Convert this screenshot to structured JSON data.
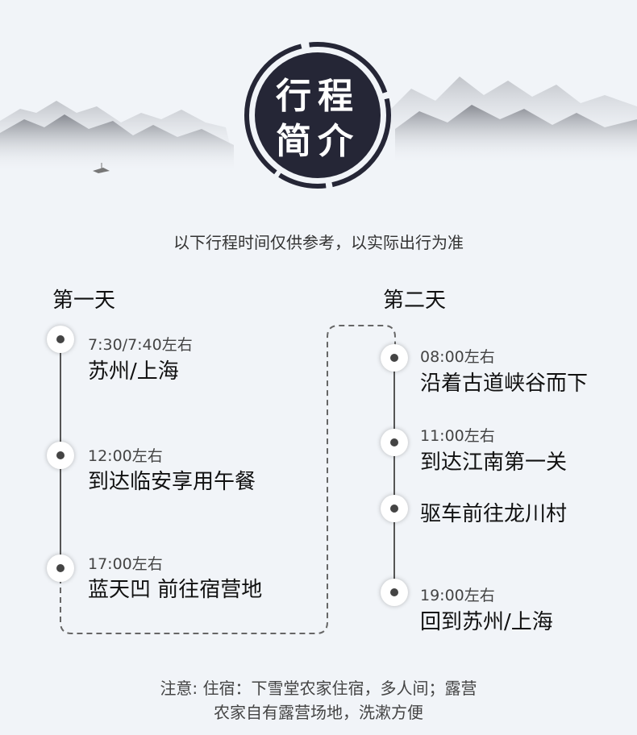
{
  "header": {
    "title_line1": "行程",
    "title_line2": "简介"
  },
  "subtitle": "以下行程时间仅供参考，以实际出行为准",
  "days": [
    {
      "title": "第一天",
      "items": [
        {
          "time": "7:30/7:40左右",
          "desc": "苏州/上海"
        },
        {
          "time": "12:00左右",
          "desc": "到达临安享用午餐"
        },
        {
          "time": "17:00左右",
          "desc": "蓝天凹 前往宿营地"
        }
      ]
    },
    {
      "title": "第二天",
      "items": [
        {
          "time": "08:00左右",
          "desc": "沿着古道峡谷而下"
        },
        {
          "time": "11:00左右",
          "desc": "到达江南第一关"
        },
        {
          "time": "",
          "desc": "驱车前往龙川村"
        },
        {
          "time": "19:00左右",
          "desc": "回到苏州/上海"
        }
      ]
    }
  ],
  "notes": {
    "line1": "注意: 住宿：下雪堂农家住宿，多人间；露营",
    "line2": "农家自有露营场地，洗漱方便"
  },
  "colors": {
    "background": "#f1f4f8",
    "seal": "#252636",
    "line": "#555555"
  }
}
